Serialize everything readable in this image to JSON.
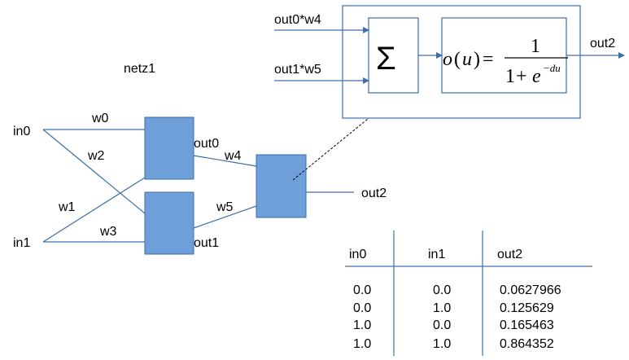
{
  "diagram": {
    "network_label": "netz1",
    "inputs": {
      "in0": "in0",
      "in1": "in1"
    },
    "weights": {
      "w0": "w0",
      "w1": "w1",
      "w2": "w2",
      "w3": "w3",
      "w4": "w4",
      "w5": "w5"
    },
    "hidden_outputs": {
      "out0": "out0",
      "out1": "out1"
    },
    "final_output": "out2",
    "colors": {
      "node_fill": "#6f9fd8",
      "node_stroke": "#3d6fa8",
      "line": "#3d6fa8"
    }
  },
  "zoom": {
    "input_top": "out0*w4",
    "input_bottom": "out1*w5",
    "sum_symbol": "Σ",
    "output_label": "out2",
    "formula": {
      "lhs_fn": "o",
      "lhs_open": "(",
      "lhs_var": "u",
      "lhs_close": ")",
      "equals": "=",
      "numerator": "1",
      "denom_one": "1",
      "denom_plus": "+",
      "denom_e": "e",
      "exponent": "−du"
    }
  },
  "truth_table": {
    "headers": [
      "in0",
      "in1",
      "out2"
    ],
    "rows": [
      [
        "0.0",
        "0.0",
        "0.0627966"
      ],
      [
        "0.0",
        "1.0",
        "0.125629"
      ],
      [
        "1.0",
        "0.0",
        "0.165463"
      ],
      [
        "1.0",
        "1.0",
        "0.864352"
      ]
    ]
  }
}
